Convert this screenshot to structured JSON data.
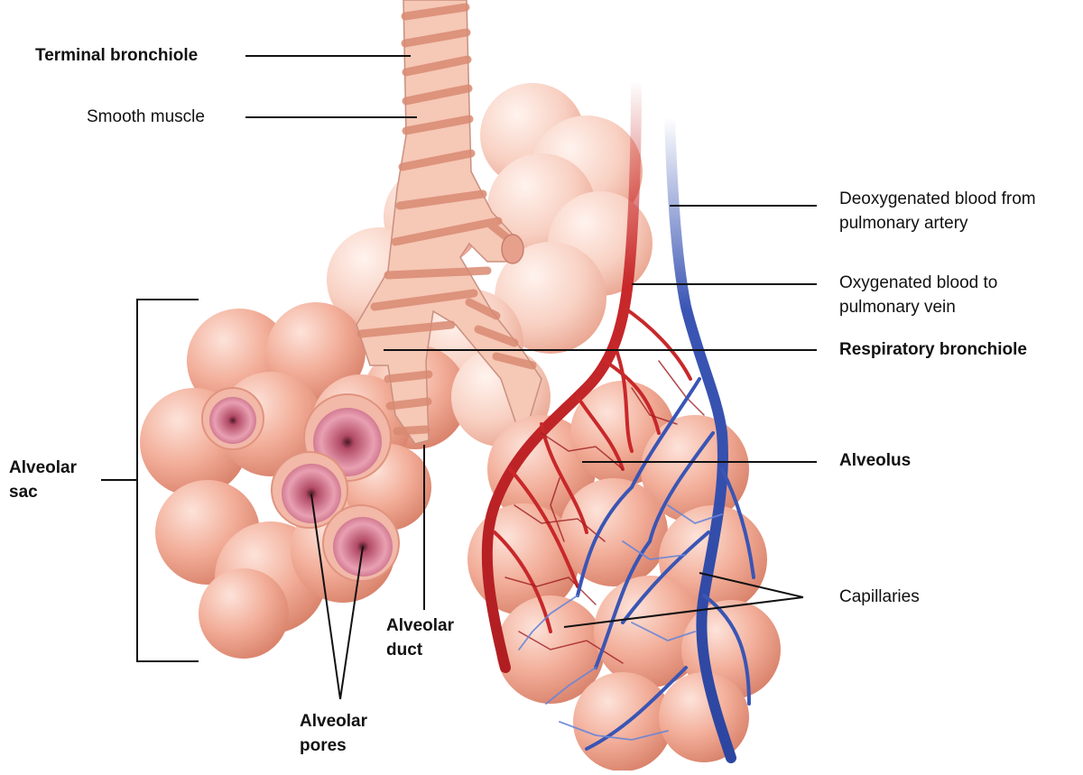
{
  "labels": {
    "terminal_bronchiole": "Terminal bronchiole",
    "smooth_muscle": "Smooth muscle",
    "deoxygenated_1": "Deoxygenated blood from",
    "deoxygenated_2": "pulmonary artery",
    "oxygenated_1": "Oxygenated blood to",
    "oxygenated_2": "pulmonary vein",
    "respiratory_bronchiole": "Respiratory bronchiole",
    "alveolus": "Alveolus",
    "alveolar_sac_1": "Alveolar",
    "alveolar_sac_2": "sac",
    "capillaries": "Capillaries",
    "alveolar_duct_1": "Alveolar",
    "alveolar_duct_2": "duct",
    "alveolar_pores_1": "Alveolar",
    "alveolar_pores_2": "pores"
  },
  "colors": {
    "alveolus_fill": "#f2b2a0",
    "alveolus_shade": "#df8a72",
    "bronchiole_fill": "#f6c8b6",
    "muscle_band": "#d98a72",
    "artery_red": "#c8282a",
    "vein_blue": "#3a55b4",
    "leader_line": "#111111"
  }
}
